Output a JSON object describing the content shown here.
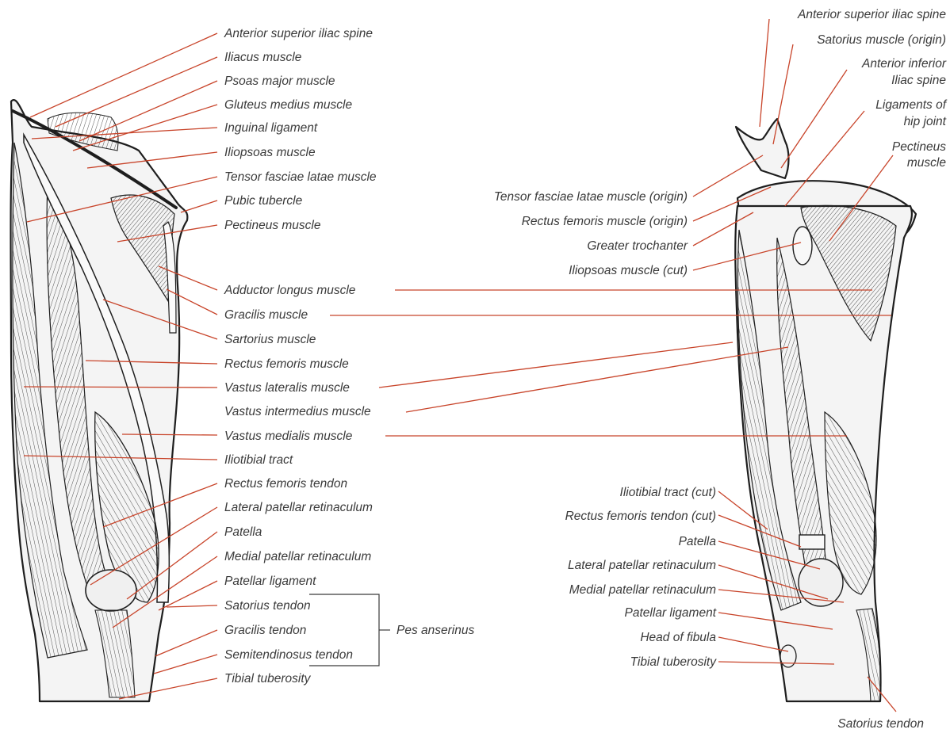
{
  "left_view": {
    "labels": [
      "Anterior superior iliac spine",
      "Iliacus muscle",
      "Psoas major muscle",
      "Gluteus medius muscle",
      "Inguinal ligament",
      "Iliopsoas muscle",
      "Tensor fasciae latae muscle",
      "Pubic tubercle",
      "Pectineus muscle",
      "Adductor longus muscle",
      "Gracilis muscle",
      "Sartorius muscle",
      "Rectus femoris muscle",
      "Vastus lateralis muscle",
      "Vastus intermedius muscle",
      "Vastus medialis muscle",
      "Iliotibial tract",
      "Rectus femoris tendon",
      "Lateral patellar retinaculum",
      "Patella",
      "Medial patellar retinaculum",
      "Patellar ligament",
      "Satorius tendon",
      "Gracilis tendon",
      "Semitendinosus tendon",
      "Tibial tuberosity"
    ],
    "group_label": "Pes anserinus"
  },
  "right_view": {
    "labels": [
      "Anterior superior iliac spine",
      "Satorius muscle (origin)",
      "Anterior inferior",
      "Iliac spine",
      "Ligaments of",
      "hip joint",
      "Pectineus",
      "muscle",
      "Tensor fasciae latae muscle (origin)",
      "Rectus femoris muscle (origin)",
      "Greater trochanter",
      "Iliopsoas muscle (cut)",
      "Iliotibial tract (cut)",
      "Rectus femoris tendon (cut)",
      "Patella",
      "Lateral patellar retinaculum",
      "Medial patellar retinaculum",
      "Patellar ligament",
      "Head of fibula",
      "Tibial tuberosity",
      "Satorius tendon"
    ]
  },
  "colors": {
    "leader_line": "#c8442a",
    "label_text": "#3a3a3a",
    "outline": "#1e1e1e"
  }
}
